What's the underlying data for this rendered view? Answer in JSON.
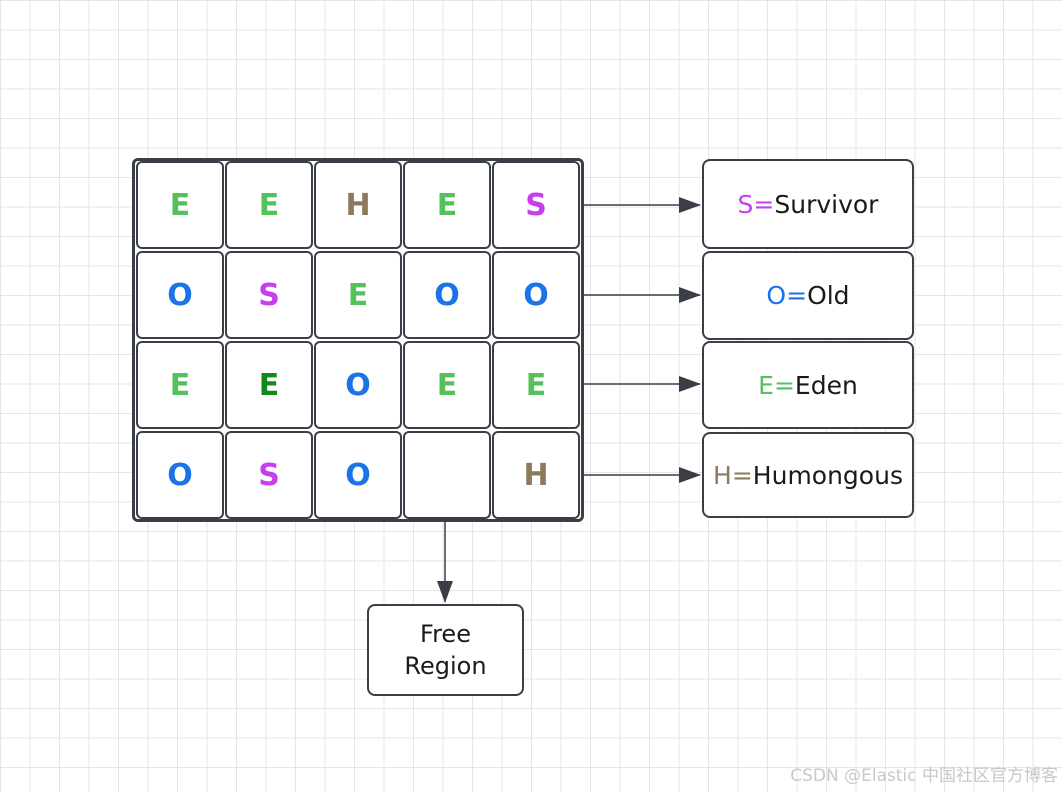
{
  "colors": {
    "E": "#55c15a",
    "E_dark": "#108a1c",
    "O": "#1a73e8",
    "S": "#c63ef0",
    "H": "#8b7a5c",
    "stroke": "#3a3f47",
    "text": "#1a1a1a"
  },
  "regions": [
    [
      {
        "label": "E",
        "kind": "E"
      },
      {
        "label": "E",
        "kind": "E"
      },
      {
        "label": "H",
        "kind": "H"
      },
      {
        "label": "E",
        "kind": "E"
      },
      {
        "label": "S",
        "kind": "S"
      }
    ],
    [
      {
        "label": "O",
        "kind": "O"
      },
      {
        "label": "S",
        "kind": "S"
      },
      {
        "label": "E",
        "kind": "E"
      },
      {
        "label": "O",
        "kind": "O"
      },
      {
        "label": "O",
        "kind": "O"
      }
    ],
    [
      {
        "label": "E",
        "kind": "E"
      },
      {
        "label": "E",
        "kind": "E_dark"
      },
      {
        "label": "O",
        "kind": "O"
      },
      {
        "label": "E",
        "kind": "E"
      },
      {
        "label": "E",
        "kind": "E"
      }
    ],
    [
      {
        "label": "O",
        "kind": "O"
      },
      {
        "label": "S",
        "kind": "S"
      },
      {
        "label": "O",
        "kind": "O"
      },
      {
        "label": "",
        "kind": "free"
      },
      {
        "label": "H",
        "kind": "H"
      }
    ]
  ],
  "legend": [
    {
      "key": "S",
      "sep": "=",
      "name": "Survivor",
      "kind": "S"
    },
    {
      "key": "O",
      "sep": "=",
      "name": "Old",
      "kind": "O"
    },
    {
      "key": "E",
      "sep": "=",
      "name": "Eden",
      "kind": "E"
    },
    {
      "key": "H",
      "sep": "=",
      "name": "Humongous",
      "kind": "H"
    }
  ],
  "free_region": {
    "line1": "Free",
    "line2": "Region"
  },
  "watermark": "CSDN @Elastic 中国社区官方博客"
}
